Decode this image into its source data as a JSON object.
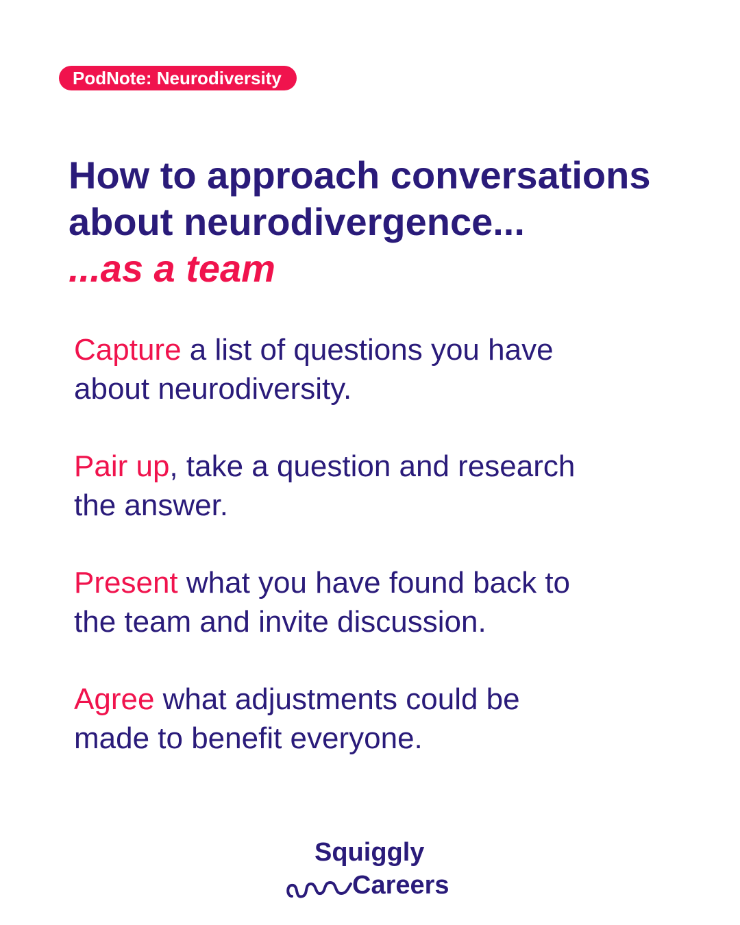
{
  "tag": {
    "label": "PodNote: Neurodiversity"
  },
  "headline": {
    "line1": "How to approach conversations",
    "line2": "about neurodivergence...",
    "line3": "...as a team"
  },
  "steps": [
    {
      "keyword": "Capture",
      "rest1": " a list of questions you have",
      "line2": "about neurodiversity."
    },
    {
      "keyword": "Pair up",
      "rest1": ", take a question and research",
      "line2": "the answer."
    },
    {
      "keyword": "Present",
      "rest1": " what you have found back to",
      "line2": "the team and invite discussion."
    },
    {
      "keyword": "Agree",
      "rest1": " what adjustments could be",
      "line2": "made to benefit everyone."
    }
  ],
  "logo": {
    "word1": "Squiggly",
    "word2": "Careers"
  },
  "colors": {
    "brand_navy": "#2a1b7a",
    "accent_red": "#f0134d",
    "background": "#ffffff"
  },
  "icons": {
    "logo_mark": "squiggle-icon"
  }
}
